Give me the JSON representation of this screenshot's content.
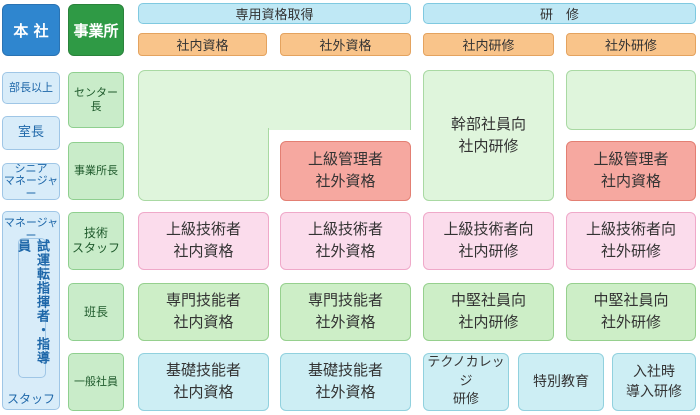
{
  "headers": {
    "head_office": "本 社",
    "office": "事業所",
    "qualification": "専用資格取得",
    "training": "研　修"
  },
  "subheaders": [
    "社内資格",
    "社外資格",
    "社内研修",
    "社外研修"
  ],
  "ranks": {
    "bucho": "部長以上",
    "shitsucho": "室長",
    "senior": "シニア\nマネージャー",
    "manager": "マネージャー",
    "trial_leader": "試運転指揮者・指導員",
    "staff": "スタッフ"
  },
  "office_ranks": {
    "center_chief": "センター長",
    "office_chief": "事業所長",
    "tech_staff": "技術\nスタッフ",
    "squad_leader": "班長",
    "general": "一般社員"
  },
  "cells": {
    "senior_mgr_external": "上級管理者\n社外資格",
    "exec_training": "幹部社員向\n社内研修",
    "senior_mgr_internal": "上級管理者\n社内資格",
    "senior_tech_internal": "上級技術者\n社内資格",
    "senior_tech_external": "上級技術者\n社外資格",
    "senior_tech_int_training": "上級技術者向\n社内研修",
    "senior_tech_ext_training": "上級技術者向\n社外研修",
    "skill_internal": "専門技能者\n社内資格",
    "skill_external": "専門技能者\n社外資格",
    "mid_int_training": "中堅社員向\n社内研修",
    "mid_ext_training": "中堅社員向\n社外研修",
    "basic_internal": "基礎技能者\n社内資格",
    "basic_external": "基礎技能者\n社外資格",
    "techno_college": "テクノカレッジ\n研修",
    "special_education": "特別教育",
    "induction_training": "入社時\n導入研修"
  }
}
